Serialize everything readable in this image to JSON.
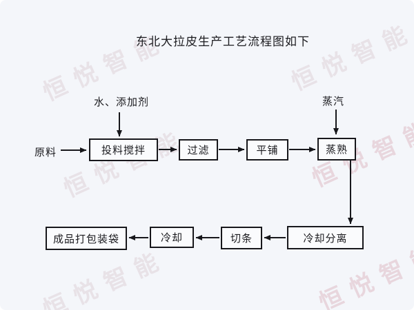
{
  "title": "东北大拉皮生产工艺流程图如下",
  "watermark": {
    "text": "恒悦智能"
  },
  "diagram": {
    "inputs": {
      "raw_material": "原料",
      "water_additives": "水、添加剂",
      "steam": "蒸汽"
    },
    "nodes": {
      "mixing": "投料搅拌",
      "filtering": "过滤",
      "spreading": "平铺",
      "steaming": "蒸熟",
      "cooling_separation": "冷却分离",
      "cutting": "切条",
      "cooling": "冷却",
      "packing": "成品打包装袋"
    }
  }
}
